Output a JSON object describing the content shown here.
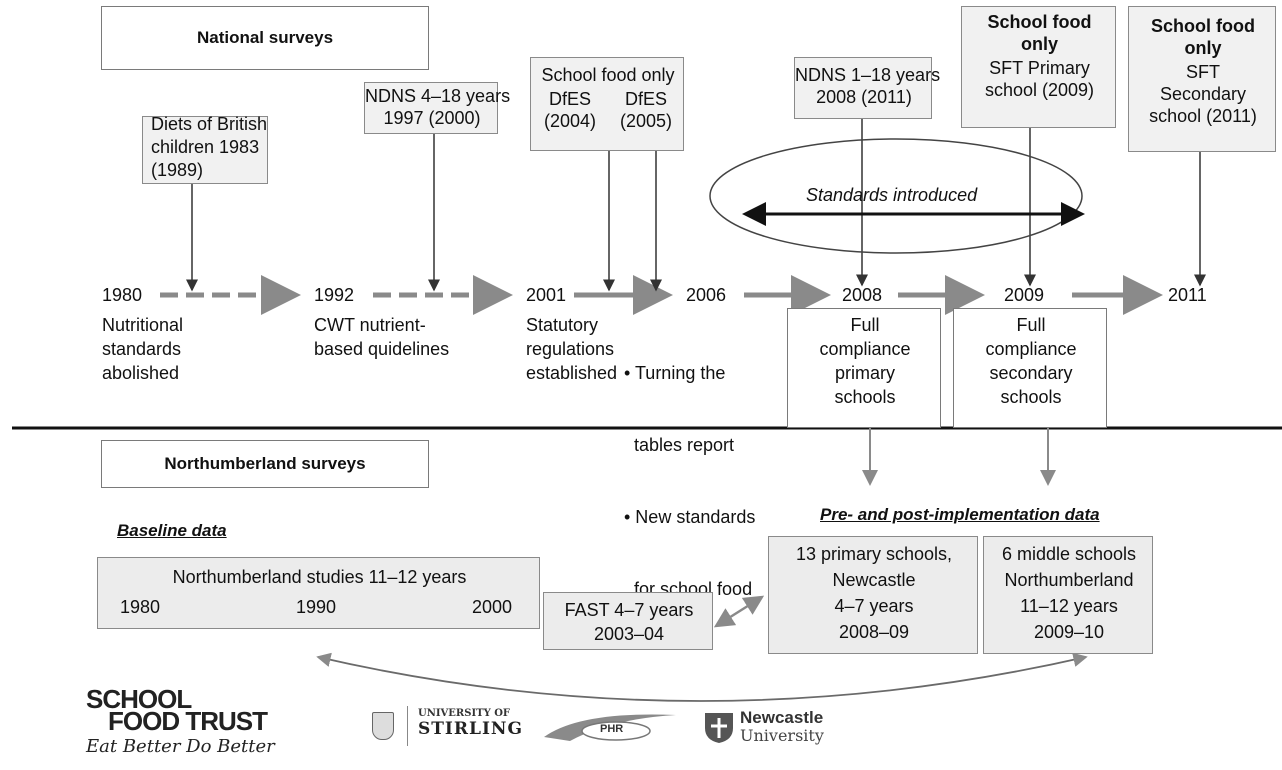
{
  "national": {
    "title": "National surveys",
    "surveys": {
      "diets": [
        "Diets of British",
        "children 1983",
        "(1989)"
      ],
      "ndns_4_18": [
        "NDNS 4–18 years",
        "1997 (2000)"
      ],
      "dfes": {
        "header": "School food only",
        "left": [
          "DfES",
          "(2004)"
        ],
        "right": [
          "DfES",
          "(2005)"
        ]
      },
      "ndns_1_18": [
        "NDNS 1–18 years",
        "2008 (2011)"
      ],
      "sft_primary": {
        "bold": [
          "School food",
          "only"
        ],
        "text": [
          "SFT Primary",
          "school (2009)"
        ]
      },
      "sft_secondary": {
        "bold": [
          "School food",
          "only"
        ],
        "text": [
          "SFT",
          "Secondary",
          "school (2011)"
        ]
      }
    },
    "standards_label": "Standards introduced"
  },
  "timeline": {
    "years": [
      "1980",
      "1992",
      "2001",
      "2006",
      "2008",
      "2009",
      "2011"
    ],
    "events": {
      "e1980": [
        "Nutritional",
        "standards",
        "abolished"
      ],
      "e1992": [
        "CWT nutrient-",
        "based quidelines"
      ],
      "e2001": [
        "Statutory",
        "regulations",
        "established"
      ],
      "e2006": [
        "• Turning the",
        "  tables report",
        "• New standards",
        "  for school food"
      ],
      "e2008": [
        "Full",
        "compliance",
        "primary",
        "schools"
      ],
      "e2009": [
        "Full",
        "compliance",
        "secondary",
        "schools"
      ]
    }
  },
  "northumberland": {
    "title": "Northumberland surveys",
    "baseline_label": "Baseline data",
    "prepost_label": "Pre- and post-implementation data",
    "studies": {
      "title": "Northumberland studies 11–12 years",
      "years": [
        "1980",
        "1990",
        "2000"
      ]
    },
    "fast": [
      "FAST 4–7 years",
      "2003–04"
    ],
    "primary": [
      "13 primary schools,",
      "Newcastle",
      "4–7 years",
      "2008–09"
    ],
    "middle": [
      "6 middle schools",
      "Northumberland",
      "11–12 years",
      "2009–10"
    ]
  },
  "logos": {
    "sft": {
      "line1": "SCHOOL",
      "line2": "FOOD TRUST",
      "tagline": "Eat Better Do Better"
    },
    "stirling": {
      "line1": "UNIVERSITY OF",
      "line2": "STIRLING"
    },
    "phr": "PHR",
    "newcastle": {
      "line1": "Newcastle",
      "line2": "University"
    }
  }
}
